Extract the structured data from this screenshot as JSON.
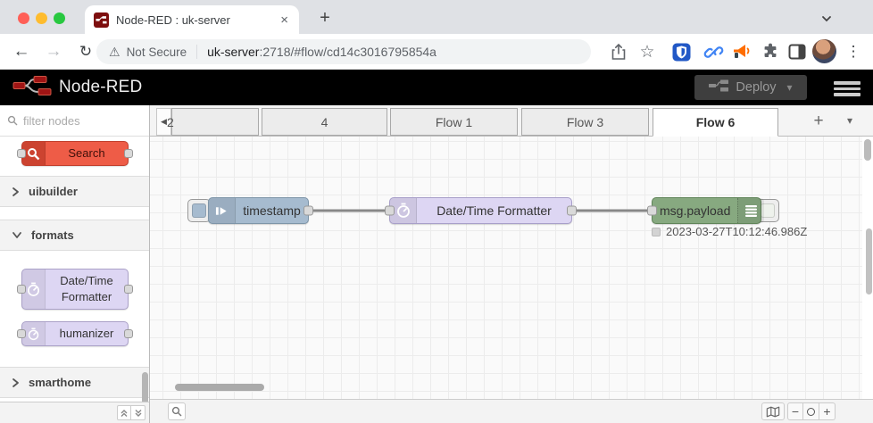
{
  "browser": {
    "tab_title": "Node-RED : uk-server",
    "url": {
      "security_label": "Not Secure",
      "host": "uk-server",
      "rest": ":2718/#flow/cd14c3016795854a"
    }
  },
  "icons": {
    "back": "←",
    "forward": "→",
    "reload": "↻",
    "warning": "⚠",
    "star": "☆",
    "menu_dots": "⋮",
    "tab_close": "×",
    "new_tab": "+",
    "scroll_left": "◀",
    "caret_down": "▾",
    "zoom_out": "−",
    "zoom_in": "+"
  },
  "nr_header": {
    "title": "Node-RED",
    "deploy_label": "Deploy"
  },
  "palette": {
    "filter_placeholder": "filter nodes",
    "search_node_label": "Search",
    "categories": [
      {
        "label": "uibuilder",
        "expanded": false
      },
      {
        "label": "formats",
        "expanded": true
      },
      {
        "label": "smarthome",
        "expanded": false
      }
    ],
    "format_nodes": [
      {
        "label": "Date/Time Formatter"
      },
      {
        "label": "humanizer"
      }
    ]
  },
  "workspace": {
    "tabs": [
      {
        "label": "2",
        "active": false
      },
      {
        "label": "4",
        "active": false
      },
      {
        "label": "Flow 1",
        "active": false
      },
      {
        "label": "Flow 3",
        "active": false
      },
      {
        "label": "Flow 6",
        "active": true
      }
    ]
  },
  "flow": {
    "inject": {
      "label": "timestamp"
    },
    "formatter": {
      "label": "Date/Time Formatter"
    },
    "debug": {
      "label": "msg.payload",
      "status": "2023-03-27T10:12:46.986Z"
    }
  },
  "colors": {
    "inject_node": "#a6bbcf",
    "formatter_node": "#ddd6f3",
    "debug_node": "#87a980",
    "search_node": "#ee5c47",
    "header_bg": "#000000",
    "wire": "#888888"
  }
}
